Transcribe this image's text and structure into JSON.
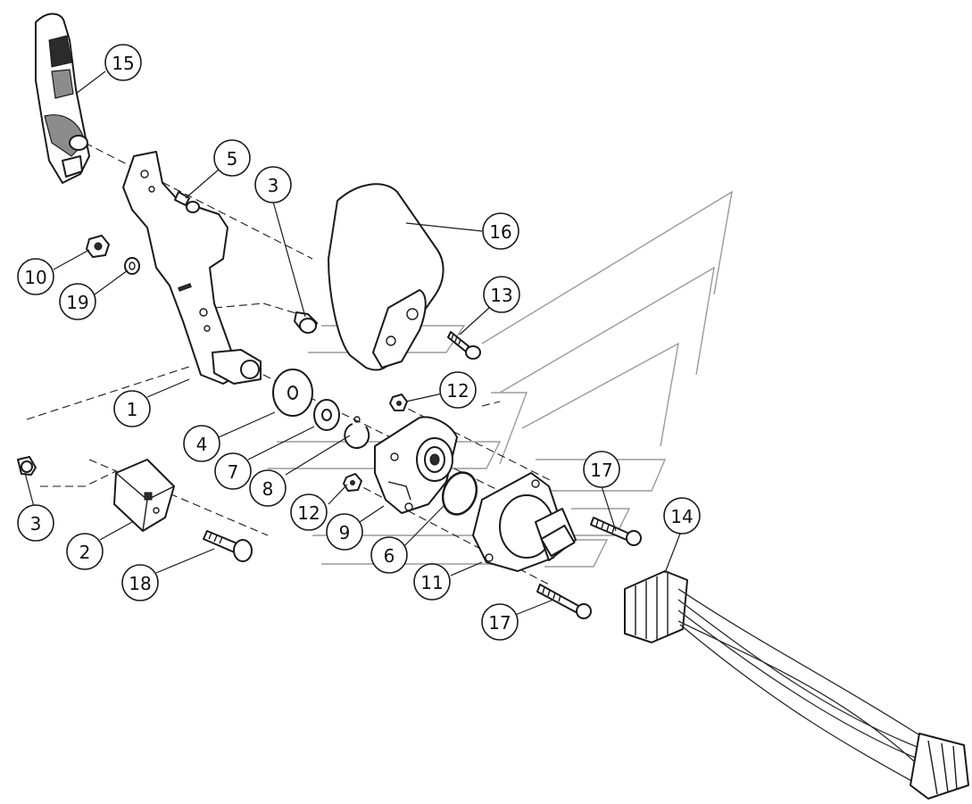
{
  "callouts": {
    "c1": "1",
    "c2": "2",
    "c3a": "3",
    "c3b": "3",
    "c4": "4",
    "c5": "5",
    "c6": "6",
    "c7": "7",
    "c8": "8",
    "c9": "9",
    "c10": "10",
    "c11": "11",
    "c12a": "12",
    "c12b": "12",
    "c13": "13",
    "c14": "14",
    "c15": "15",
    "c16": "16",
    "c17a": "17",
    "c17b": "17",
    "c18": "18",
    "c19": "19"
  },
  "colors": {
    "line": "#1a1a1a",
    "background": "#ffffff",
    "watermark": "#9a9a9a"
  }
}
